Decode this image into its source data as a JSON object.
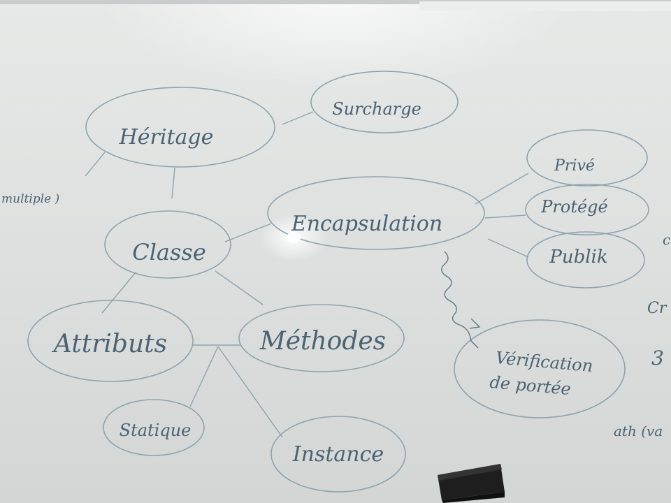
{
  "whiteboard": {
    "nodes": {
      "heritage": "Héritage",
      "surcharge": "Surcharge",
      "classe": "Classe",
      "encapsulation": "Encapsulation",
      "prive": "Privé",
      "protege": "Protégé",
      "publik": "Publik",
      "attributs": "Attributs",
      "methodes": "Méthodes",
      "verification_line1": "Vérification",
      "verification_line2": "de portée",
      "statique": "Statique",
      "instance": "Instance"
    },
    "margin_notes": {
      "multiple": "multiple )",
      "right_1": "c",
      "right_2": "Cr",
      "right_3": "3",
      "right_4": "ath (va"
    }
  },
  "colors": {
    "marker": "#4a6272",
    "board": "#e3e5e4",
    "eraser": "#1e1e1e"
  }
}
